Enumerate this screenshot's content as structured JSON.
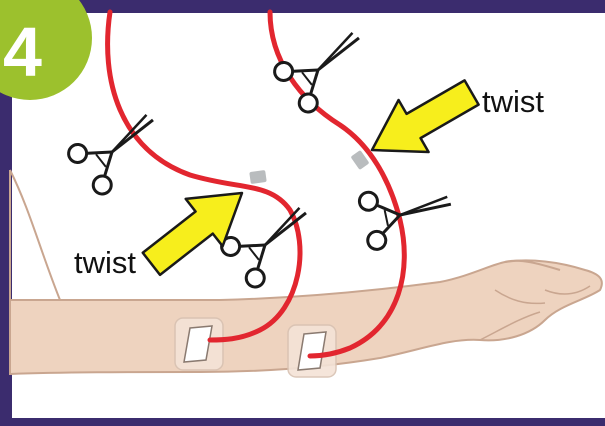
{
  "step": {
    "number": "4"
  },
  "labels": {
    "twist_upper": "twist",
    "twist_lower": "twist"
  },
  "colors": {
    "frame_border": "#3b2c6e",
    "step_badge": "#9cc12d",
    "tube": "#e2262f",
    "twist_marker": "#b9bcbe",
    "arrow": "#f7ee1c",
    "skin": "#eed3bf",
    "skin_outline": "#c9a690"
  },
  "icons": [
    "scissors-icon",
    "arrow-icon",
    "arm-illustration",
    "tape-dressing-icon"
  ]
}
